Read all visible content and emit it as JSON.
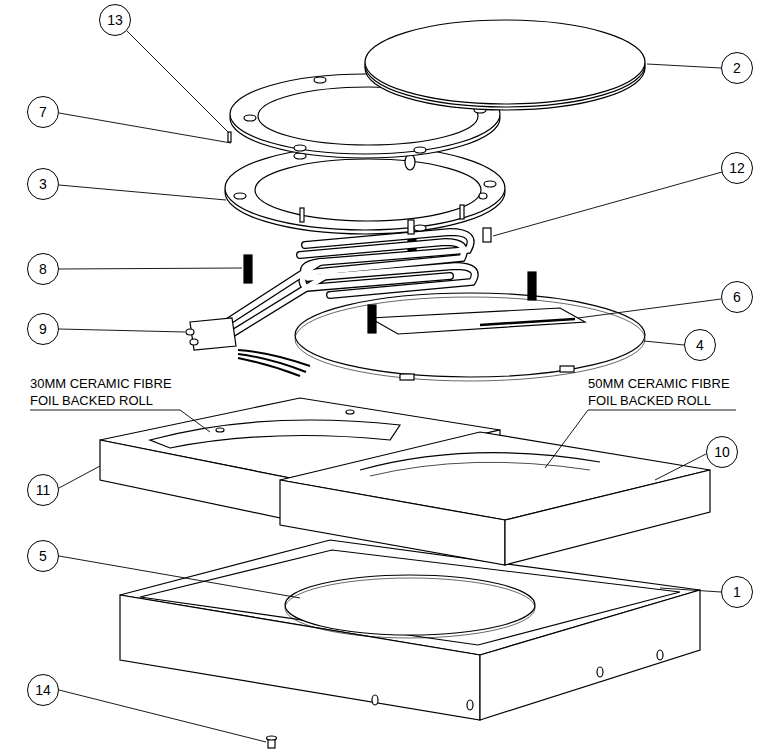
{
  "diagram": {
    "nodes": [
      {
        "text": [
          "13"
        ]
      },
      {
        "text": [
          "2"
        ]
      },
      {
        "text": [
          "7"
        ]
      },
      {
        "text": [
          "12"
        ]
      },
      {
        "text": [
          "3"
        ]
      },
      {
        "text": [
          "8"
        ]
      },
      {
        "text": [
          "6"
        ]
      },
      {
        "text": [
          "9"
        ]
      },
      {
        "text": [
          "4"
        ]
      },
      {
        "text": [
          "10"
        ]
      },
      {
        "text": [
          "11"
        ]
      },
      {
        "text": [
          "5"
        ]
      },
      {
        "text": [
          "1"
        ]
      },
      {
        "text": [
          "14"
        ]
      }
    ],
    "labels": [
      "30MM CERAMIC FIBRE FOIL BACKED ROLL",
      "50MM CERAMIC FIBRE FOIL BACKED ROLL"
    ]
  }
}
